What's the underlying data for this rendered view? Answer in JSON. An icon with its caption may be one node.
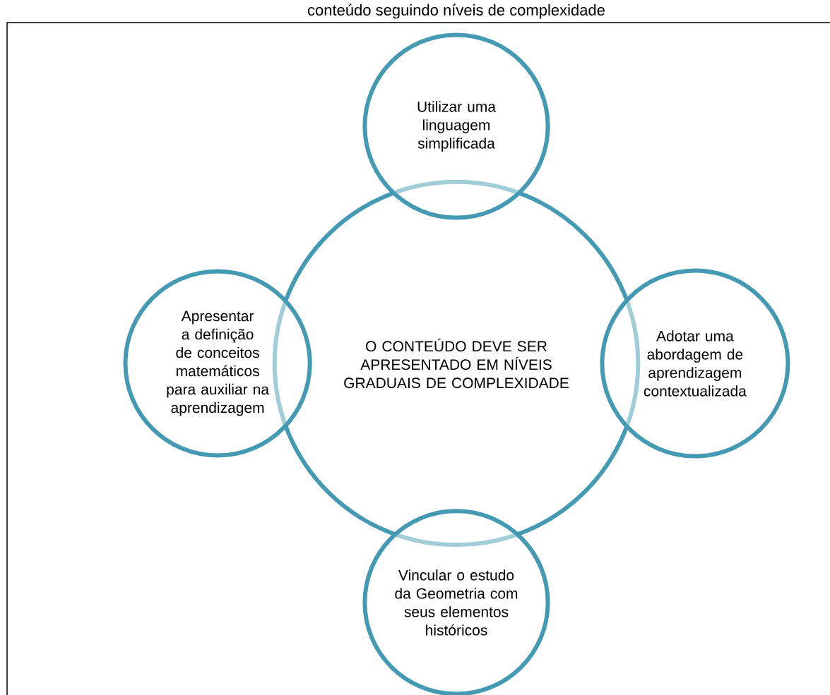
{
  "diagram": {
    "title": "conteúdo seguindo níveis de complexidade",
    "nodes": [
      {
        "text": [
          "Utilizar uma linguagem simplificada"
        ]
      },
      {
        "text": [
          "Apresentar a definição de conceitos matemáticos para auxiliar na aprendizagem"
        ]
      },
      {
        "text": [
          "O CONTEÚDO DEVE SER APRESENTADO EM NÍVEIS GRADUAIS DE COMPLEXIDADE"
        ]
      },
      {
        "text": [
          "Adotar uma abordagem de aprendizagem contextualizada"
        ]
      },
      {
        "text": [
          "Vincular o estudo da Geometria com seus elementos históricos"
        ]
      }
    ]
  }
}
